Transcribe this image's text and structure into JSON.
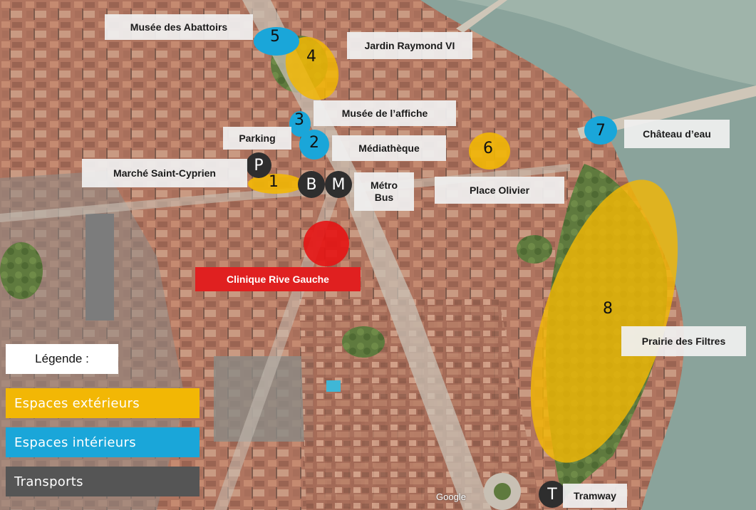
{
  "map": {
    "attribution": "Google",
    "colors": {
      "exterior": "#f2b705",
      "interior": "#1aa6d9",
      "transport": "#3a3a3a",
      "clinic": "#e02020"
    },
    "labels": {
      "musee_abattoirs": "Musée des Abattoirs",
      "jardin_raymond": "Jardin Raymond VI",
      "musee_affiche": "Musée de l’affiche",
      "parking": "Parking",
      "mediatheque": "Médiathèque",
      "marche": "Marché Saint-Cyprien",
      "metro_bus": "Métro\nBus",
      "place_olivier": "Place Olivier",
      "chateau_eau": "Château d’eau",
      "clinique": "Clinique Rive Gauche",
      "prairie": "Prairie des Filtres",
      "tramway": "Tramway"
    },
    "markers": {
      "m1": "1",
      "m2": "2",
      "m3": "3",
      "m4": "4",
      "m5": "5",
      "m6": "6",
      "m7": "7",
      "m8": "8",
      "parking": "P",
      "bus": "B",
      "metro": "M",
      "tram": "T"
    }
  },
  "legend": {
    "title": "Légende :",
    "items": [
      {
        "label": "Espaces extérieurs",
        "color": "#f2b705"
      },
      {
        "label": "Espaces intérieurs",
        "color": "#1aa6d9"
      },
      {
        "label": "Transports",
        "color": "#555555"
      }
    ]
  }
}
